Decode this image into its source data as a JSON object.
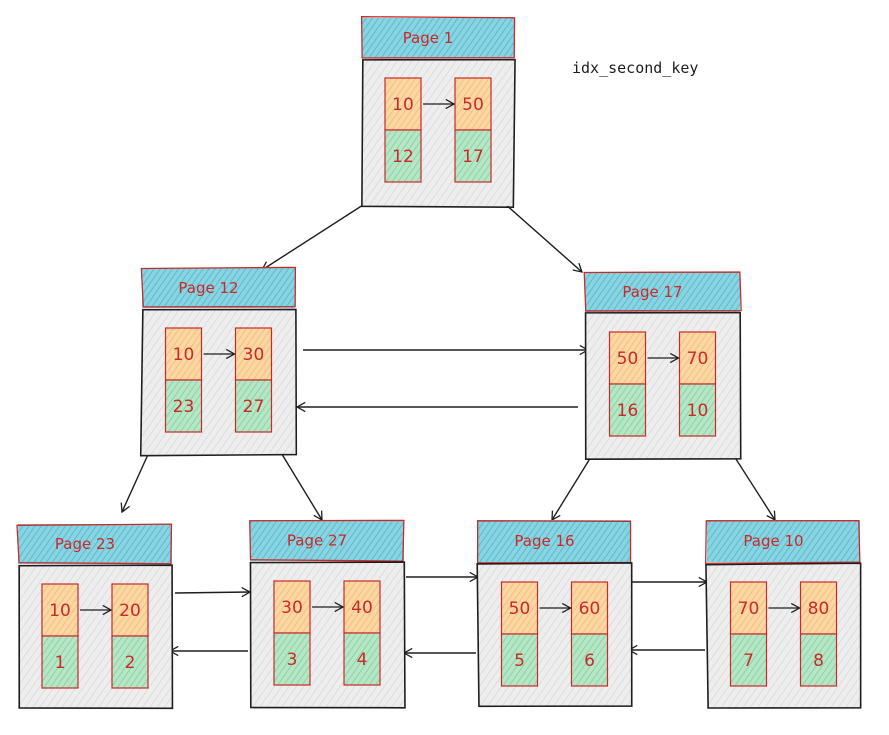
{
  "index_label": "idx_second_key",
  "colors": {
    "header_fill": "#66c6d8",
    "body_fill": "#eeeeee",
    "key_fill": "#f7c98a",
    "value_fill": "#9fdcb6",
    "text_red": "#c92a2a",
    "stroke": "#1e1e1e"
  },
  "pages": [
    {
      "id": "p1",
      "title": "Page 1",
      "cells": [
        {
          "key": "10",
          "value": "12"
        },
        {
          "key": "50",
          "value": "17"
        }
      ]
    },
    {
      "id": "p12",
      "title": "Page 12",
      "cells": [
        {
          "key": "10",
          "value": "23"
        },
        {
          "key": "30",
          "value": "27"
        }
      ]
    },
    {
      "id": "p17",
      "title": "Page 17",
      "cells": [
        {
          "key": "50",
          "value": "16"
        },
        {
          "key": "70",
          "value": "10"
        }
      ]
    },
    {
      "id": "p23",
      "title": "Page 23",
      "cells": [
        {
          "key": "10",
          "value": "1"
        },
        {
          "key": "20",
          "value": "2"
        }
      ]
    },
    {
      "id": "p27",
      "title": "Page 27",
      "cells": [
        {
          "key": "30",
          "value": "3"
        },
        {
          "key": "40",
          "value": "4"
        }
      ]
    },
    {
      "id": "p16",
      "title": "Page 16",
      "cells": [
        {
          "key": "50",
          "value": "5"
        },
        {
          "key": "60",
          "value": "6"
        }
      ]
    },
    {
      "id": "p10",
      "title": "Page 10",
      "cells": [
        {
          "key": "70",
          "value": "7"
        },
        {
          "key": "80",
          "value": "8"
        }
      ]
    }
  ],
  "tree_edges": [
    {
      "from": "p1",
      "to": "p12"
    },
    {
      "from": "p1",
      "to": "p17"
    },
    {
      "from": "p12",
      "to": "p23"
    },
    {
      "from": "p12",
      "to": "p27"
    },
    {
      "from": "p17",
      "to": "p16"
    },
    {
      "from": "p17",
      "to": "p10"
    }
  ],
  "sibling_links": [
    {
      "a": "p12",
      "b": "p17"
    },
    {
      "a": "p23",
      "b": "p27"
    },
    {
      "a": "p27",
      "b": "p16"
    },
    {
      "a": "p16",
      "b": "p10"
    }
  ]
}
